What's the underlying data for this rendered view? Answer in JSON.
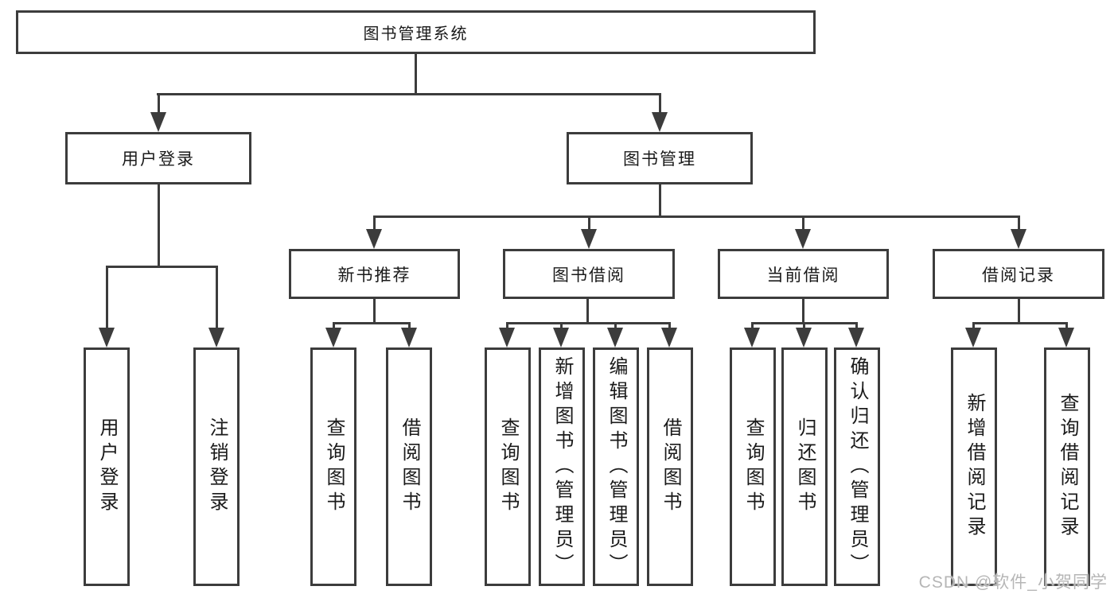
{
  "diagram": {
    "root": "图书管理系统",
    "branches": {
      "user_login": "用户登录",
      "book_management": "图书管理"
    },
    "modules": {
      "new_book_recommend": "新书推荐",
      "book_borrow": "图书借阅",
      "current_borrow": "当前借阅",
      "borrow_records": "借阅记录"
    },
    "functions": {
      "user_login": [
        "用户登录",
        "注销登录"
      ],
      "new_book_recommend": [
        "查询图书",
        "借阅图书"
      ],
      "book_borrow": [
        "查询图书",
        "新增图书（管理员）",
        "编辑图书（管理员）",
        "借阅图书"
      ],
      "current_borrow": [
        "查询图书",
        "归还图书",
        "确认归还（管理员）"
      ],
      "borrow_records": [
        "新增借阅记录",
        "查询借阅记录"
      ]
    }
  },
  "watermark": "CSDN @软件_小贺同学",
  "colors": {
    "line": "#3c3c3c",
    "text": "#1a1a1a",
    "background": "#ffffff",
    "watermark": "#b6b6b6"
  }
}
